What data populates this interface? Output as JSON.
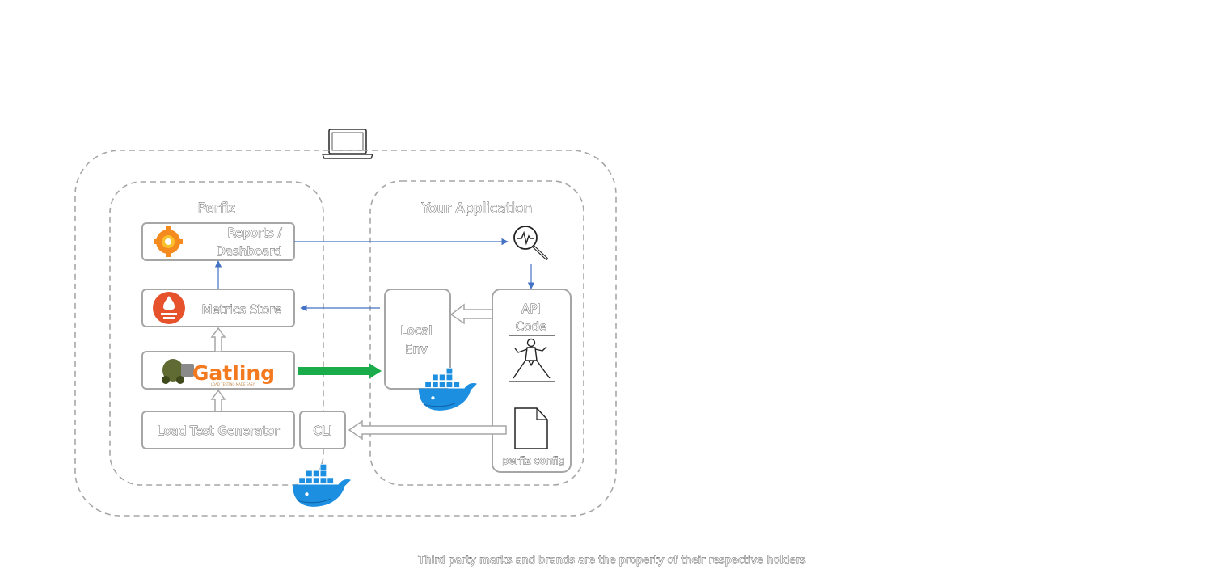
{
  "sections": {
    "perfiz": {
      "title": "Perfiz"
    },
    "app": {
      "title": "Your Application"
    }
  },
  "boxes": {
    "reports_line1": "Reports /",
    "reports_line2": "Dashboard",
    "metrics": "Metrics Store",
    "gatling_logo": "Gatling",
    "gatling_tagline": "LOAD TESTING MADE EASY",
    "load_test": "Load Test Generator",
    "cli": "CLI",
    "local_env_line1": "Local",
    "local_env_line2": "Env",
    "api_line1": "API",
    "api_line2": "Code",
    "perfiz_config": "perfiz config"
  },
  "footer": {
    "text": "Third party marks and brands are the property of their respective holders"
  },
  "colors": {
    "blue_arrow": "#4472c4",
    "green_arrow": "#1aab4b",
    "box_border": "#a6a6a6",
    "dashed_border": "#a6a6a6",
    "docker_blue": "#1d8fe1",
    "grafana_orange": "#f58a1f",
    "prometheus_red": "#e6522c",
    "gatling_orange": "#f47a20"
  },
  "icons": [
    "laptop-icon",
    "grafana-icon",
    "prometheus-icon",
    "gatling-logo",
    "docker-icon",
    "monitoring-search-icon",
    "karate-fighter-icon",
    "document-icon"
  ]
}
